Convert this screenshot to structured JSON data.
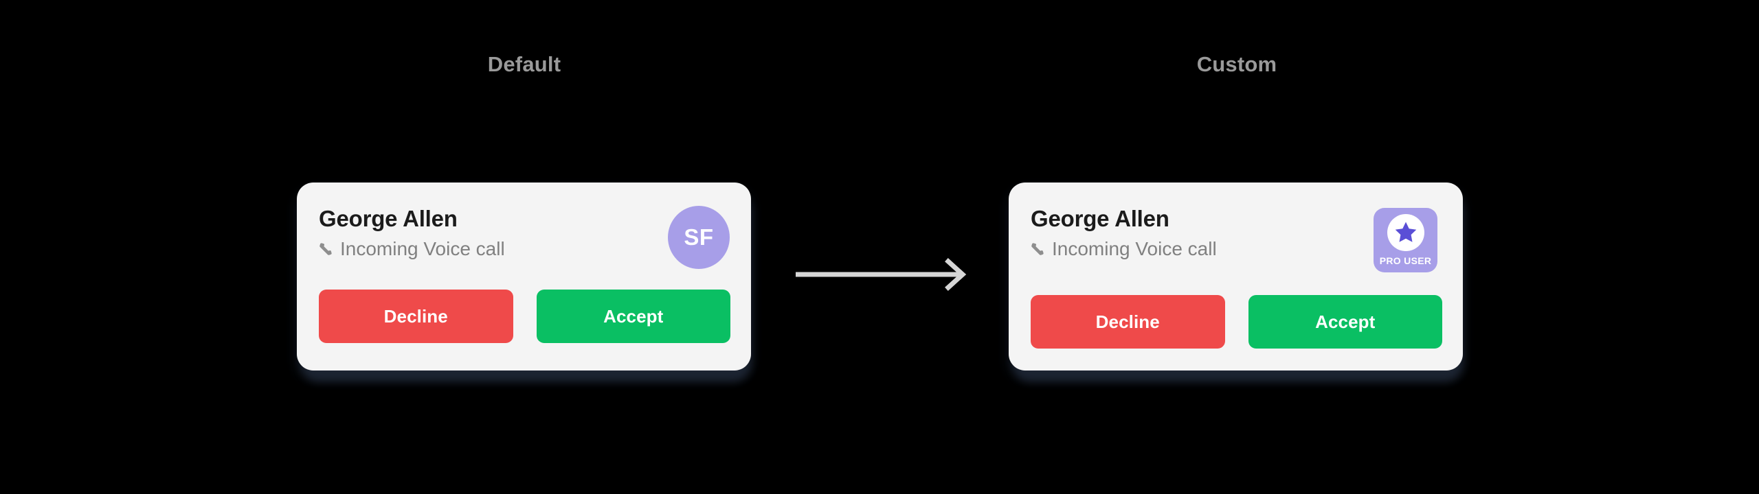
{
  "background_color": "#000000",
  "sections": [
    {
      "id": "default",
      "caption": "Default"
    },
    {
      "id": "custom",
      "caption": "Custom"
    }
  ],
  "cards": {
    "default": {
      "name": "George Allen",
      "subtitle": "Incoming Voice call",
      "subtitle_icon": "phone-icon",
      "avatar": {
        "type": "initials-circle",
        "initials": "SF",
        "background_color": "#a79ee8",
        "text_color": "#ffffff"
      },
      "buttons": [
        {
          "label": "Decline",
          "color": "#ef4a4a"
        },
        {
          "label": "Accept",
          "color": "#0abf63"
        }
      ],
      "card_background": "#f4f4f4",
      "name_color": "#1b1b1b",
      "subtitle_color": "#808080"
    },
    "custom": {
      "name": "George Allen",
      "subtitle": "Incoming Voice call",
      "subtitle_icon": "phone-icon",
      "badge": {
        "type": "pro-badge",
        "label": "PRO USER",
        "icon": "star-icon",
        "background_color": "#a79ee8",
        "disc_color": "#ffffff",
        "star_color": "#5a4fd6",
        "text_color": "#ffffff"
      },
      "buttons": [
        {
          "label": "Decline",
          "color": "#ef4a4a"
        },
        {
          "label": "Accept",
          "color": "#0abf63"
        }
      ],
      "card_background": "#f4f4f4",
      "name_color": "#1b1b1b",
      "subtitle_color": "#808080"
    }
  },
  "arrow": {
    "icon": "arrow-right-icon",
    "color": "#d6d6d6",
    "direction": "right"
  },
  "caption_color": "#9a9a9a"
}
